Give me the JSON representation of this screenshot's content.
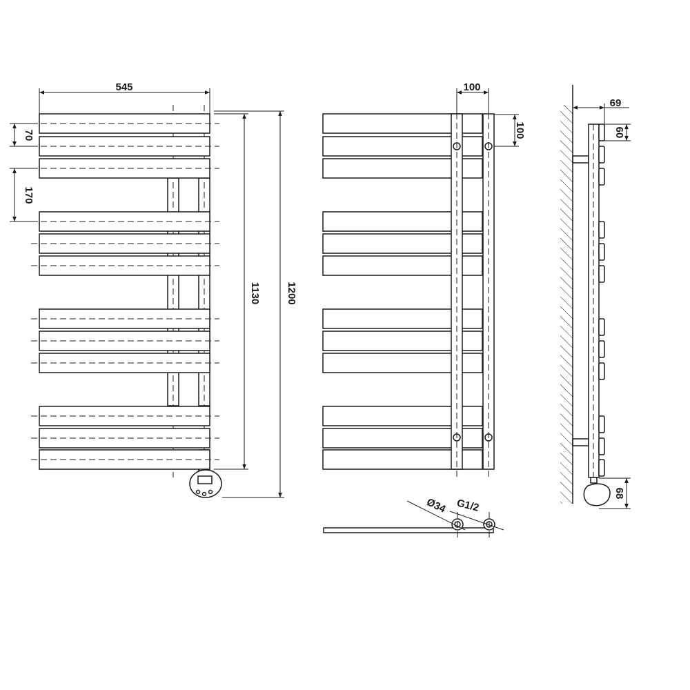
{
  "front_view": {
    "overall_width": "545",
    "bar_height": "70",
    "gap_between_groups": "170",
    "rail_height": "1130",
    "total_height": "1200"
  },
  "rear_view": {
    "rail_spacing": "100",
    "top_offset": "100"
  },
  "bottom_view": {
    "collar_diameter": "Ø34",
    "thread": "G1/2"
  },
  "side_view": {
    "wall_projection": "69",
    "bar_depth": "60",
    "heater_height": "68"
  }
}
